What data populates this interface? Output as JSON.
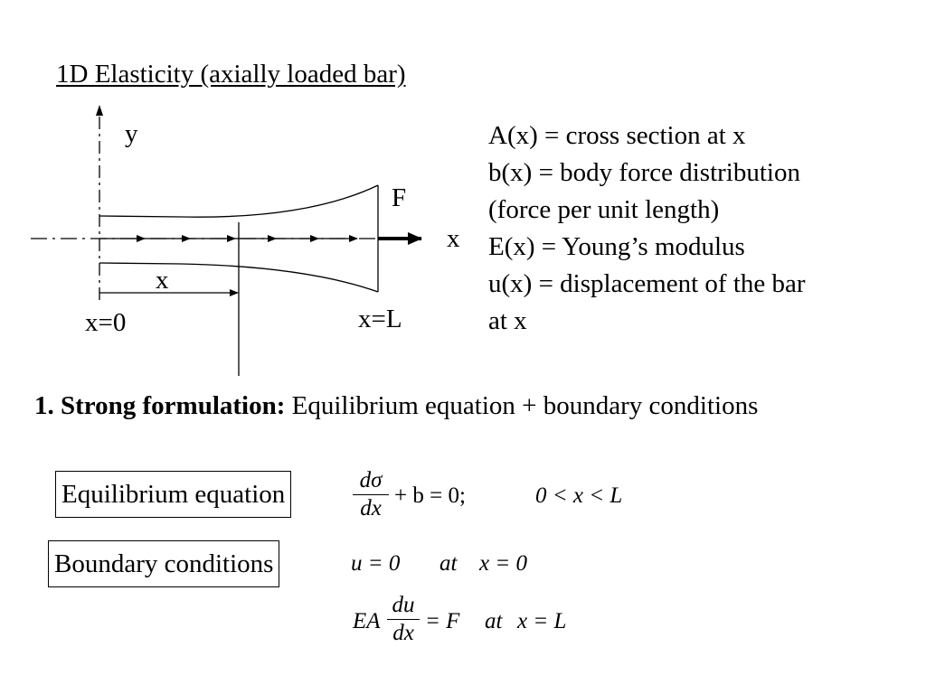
{
  "title": "1D Elasticity (axially loaded bar)",
  "diagram": {
    "y_axis_label": "y",
    "x_axis_label": "x",
    "force_label": "F",
    "distance_label": "x",
    "x0_label": "x=0",
    "xL_label": "x=L"
  },
  "definitions": [
    "A(x) = cross section at x",
    "b(x)  = body force distribution",
    "(force per unit length)",
    "E(x) = Young’s modulus",
    "u(x)  = displacement of the bar",
    "at x"
  ],
  "strong_formulation": {
    "heading": "1. Strong formulation:",
    "text": " Equilibrium equation + boundary conditions"
  },
  "equilibrium": {
    "box_label": "Equilibrium equation",
    "frac_num": "dσ",
    "frac_den": "dx",
    "rest": "+ b = 0;",
    "range": "0 < x < L"
  },
  "boundary": {
    "box_label": "Boundary conditions",
    "bc1": "u = 0",
    "bc1_at": "at",
    "bc1_where": "x = 0",
    "bc2_lhs": "EA",
    "frac_num": "du",
    "frac_den": "dx",
    "bc2_rest": "= F",
    "bc2_at": "at",
    "bc2_where": "x = L"
  }
}
